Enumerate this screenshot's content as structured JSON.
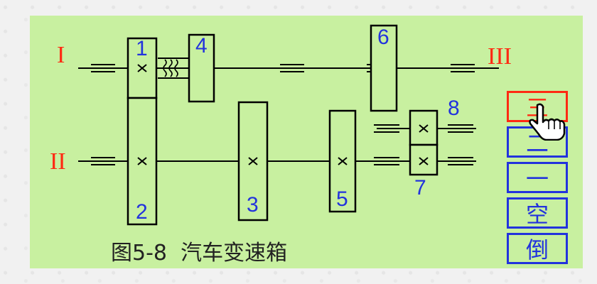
{
  "shafts": {
    "shaft_1": "I",
    "shaft_2": "II",
    "shaft_3": "III"
  },
  "gears": {
    "gear_1": "1",
    "gear_2": "2",
    "gear_3": "3",
    "gear_4": "4",
    "gear_5": "5",
    "gear_6": "6",
    "gear_7": "7",
    "gear_8": "8"
  },
  "caption": "图5-8  汽车变速箱",
  "gear_buttons": [
    {
      "label": "三",
      "active": true
    },
    {
      "label": "二",
      "active": false
    },
    {
      "label": "一",
      "active": false
    },
    {
      "label": "空",
      "active": false
    },
    {
      "label": "倒",
      "active": false
    }
  ],
  "colors": {
    "panel_background": "#c8f0a0",
    "shaft_label": "#ff2a12",
    "gear_label": "#2233dd",
    "active_button": "#ff2a12",
    "button": "#2233dd"
  }
}
